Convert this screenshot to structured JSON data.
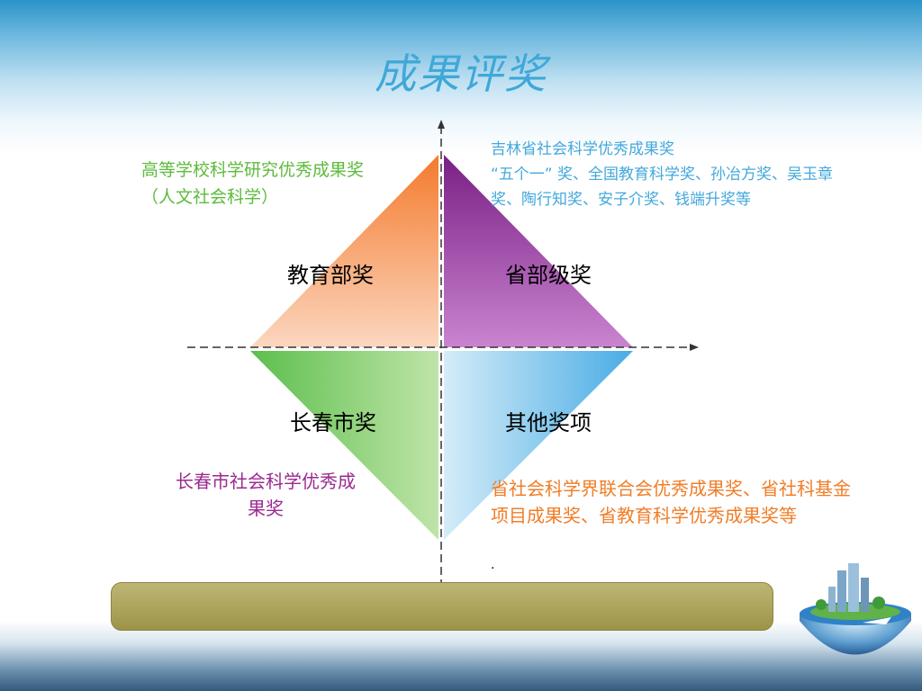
{
  "title": "成果评奖",
  "quadrants": {
    "top_left": {
      "label": "教育部奖",
      "color_top": "#f47a2c",
      "color_bottom": "#fbd7c0"
    },
    "top_right": {
      "label": "省部级奖",
      "color_top": "#7a1f85",
      "color_bottom": "#c984cf"
    },
    "bottom_left": {
      "label": "长春市奖",
      "color_top": "#5cbf4c",
      "color_bottom": "#bfe4a8"
    },
    "bottom_right": {
      "label": "其他奖项",
      "color_top": "#49ace5",
      "color_bottom": "#d4ecf8"
    }
  },
  "notes": {
    "top_left": "高等学校科学研究优秀成果奖（人文社会科学）",
    "top_right_line1": "吉林省社会科学优秀成果奖",
    "top_right_line2": "“五个一” 奖、全国教育科学奖、孙冶方奖、吴玉章奖、陶行知奖、安子介奖、钱端升奖等",
    "bottom_left": "长春市社会科学优秀成果奖",
    "bottom_right": "省社会科学界联合会优秀成果奖、省社科基金项目成果奖、省教育科学优秀成果奖等",
    "dot": "."
  },
  "colors": {
    "title": "#3fa8d8",
    "note_top_left": "#5dbb3c",
    "note_top_right": "#43a8dc",
    "note_bottom_left": "#9b2a8f",
    "note_bottom_right": "#f07d28",
    "footer_bar": "#aba259"
  }
}
